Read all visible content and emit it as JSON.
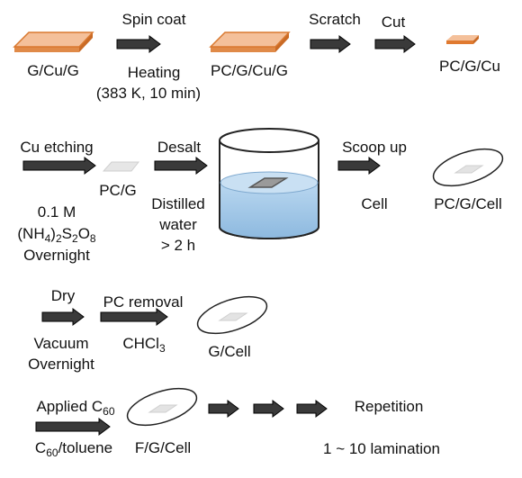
{
  "row1": {
    "sample1": "G/Cu/G",
    "step1_top": "Spin coat",
    "step1_bottom_1": "Heating",
    "step1_bottom_2": "(383 K, 10 min)",
    "sample2": "PC/G/Cu/G",
    "step2_top": "Scratch",
    "step3_top": "Cut",
    "sample3": "PC/G/Cu"
  },
  "row2": {
    "step1_top": "Cu etching",
    "etch_line1": "0.1 M",
    "etch_formula": {
      "open": "(NH",
      "s1": "4",
      "mid1": ")",
      "s2": "2",
      "mid2": "S",
      "s3": "2",
      "mid3": "O",
      "s4": "8"
    },
    "etch_line3": "Overnight",
    "sample1": "PC/G",
    "step2_top": "Desalt",
    "water_1": "Distilled",
    "water_2": "water",
    "water_3": "> 2 h",
    "step3_top": "Scoop up",
    "step3_bottom": "Cell",
    "sample2": "PC/G/Cell"
  },
  "row3": {
    "step1_top": "Dry",
    "step1_bottom_1": "Vacuum",
    "step1_bottom_2": "Overnight",
    "step2_top": "PC removal",
    "solvent_main": "CHCl",
    "solvent_sub": "3",
    "sample": "G/Cell"
  },
  "row4": {
    "applied": "Applied C",
    "applied_sub": "60",
    "solvent_pre": "C",
    "solvent_sub": "60",
    "solvent_post": "/toluene",
    "sample": "F/G/Cell",
    "repetition": "Repetition",
    "lamination": "1 ~ 10 lamination"
  },
  "colors": {
    "copper_top": "#f4c09a",
    "copper_edge": "#d9782f",
    "film": "#e6e6e6",
    "water": "#9fc5e8",
    "arrow_fill": "#3a3a3a"
  }
}
